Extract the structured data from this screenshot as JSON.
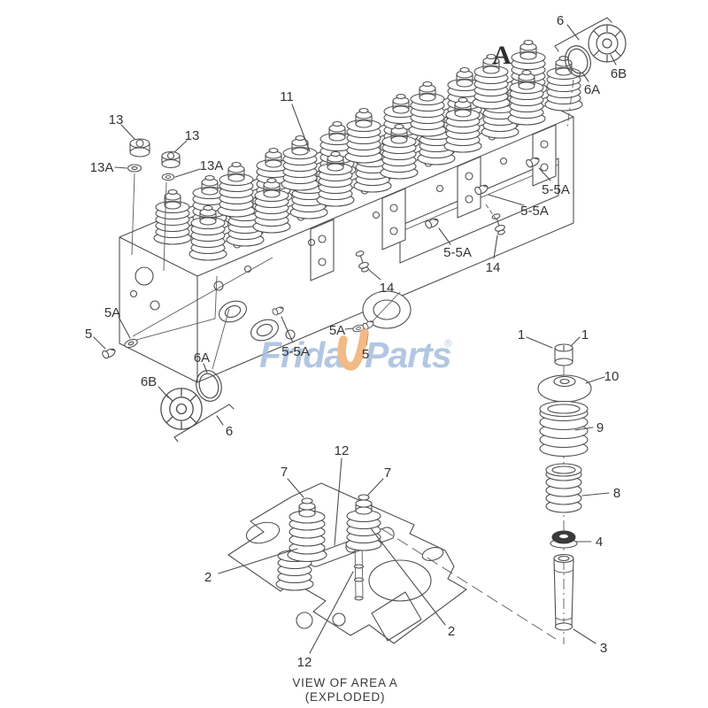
{
  "watermark": {
    "left": "Frida",
    "right": "Parts",
    "registered": "®",
    "blue": "#a4bedd",
    "orange": "#f0af72"
  },
  "caption": {
    "line1": "VIEW OF AREA A",
    "line2": "(EXPLODED)"
  },
  "callouts": {
    "c6_top": "6",
    "c6b_top": "6B",
    "c6a_top": "6A",
    "c11": "11",
    "c13_left": "13",
    "c13_right": "13",
    "c13a_left": "13A",
    "c13a_right": "13A",
    "cA": "A",
    "c55a_1": "5-5A",
    "c55a_2": "5-5A",
    "c55a_3": "5-5A",
    "c55a_4": "5-5A",
    "c14_right": "14",
    "c14_mid": "14",
    "c5a_left": "5A",
    "c5_left": "5",
    "c5a_mid": "5A",
    "c5_mid": "5",
    "c6a_left": "6A",
    "c6b_left": "6B",
    "c6_left": "6",
    "c1_left": "1",
    "c1_right": "1",
    "c10": "10",
    "c9": "9",
    "c8": "8",
    "c4": "4",
    "c3": "3",
    "c7_left": "7",
    "c7_right": "7",
    "c12_top": "12",
    "c12_bottom": "12",
    "c2_left": "2",
    "c2_right": "2"
  }
}
